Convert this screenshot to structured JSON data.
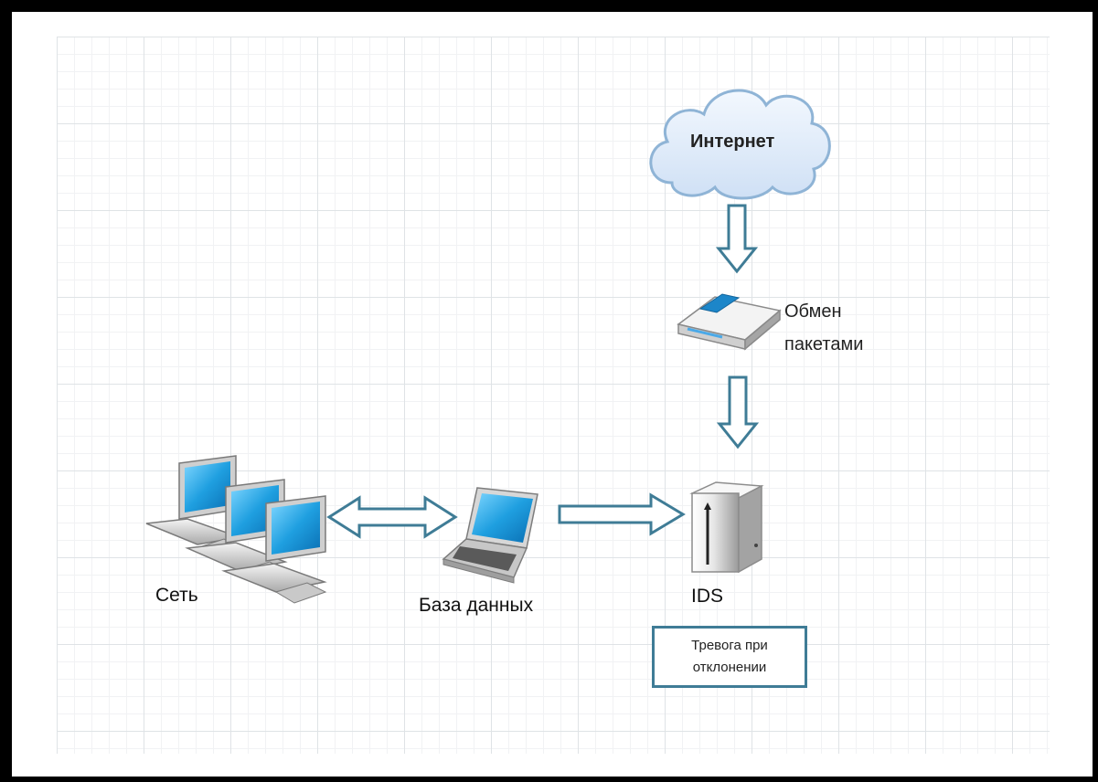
{
  "diagram": {
    "nodes": {
      "internet": {
        "label": "Интернет",
        "icon": "cloud-icon"
      },
      "packet_exchange": {
        "label_line1": "Обмен",
        "label_line2": "пакетами",
        "icon": "router-icon"
      },
      "ids": {
        "label": "IDS",
        "icon": "server-tower-icon"
      },
      "database": {
        "label": "База данных",
        "icon": "laptop-icon"
      },
      "network": {
        "label": "Сеть",
        "icon": "computers-icon"
      },
      "alarm": {
        "label_line1": "Тревога при",
        "label_line2": "отклонении"
      }
    },
    "edges": [
      {
        "from": "internet",
        "to": "packet_exchange",
        "direction": "down"
      },
      {
        "from": "packet_exchange",
        "to": "ids",
        "direction": "down"
      },
      {
        "from": "network",
        "to": "database",
        "direction": "both"
      },
      {
        "from": "database",
        "to": "ids",
        "direction": "right"
      }
    ],
    "colors": {
      "arrow_stroke": "#3f7c96",
      "cloud_fill": "#e3eefb",
      "cloud_stroke": "#8fb4d6",
      "screen_blue": "#1f9fe0",
      "alarm_border": "#3f7c96"
    }
  }
}
